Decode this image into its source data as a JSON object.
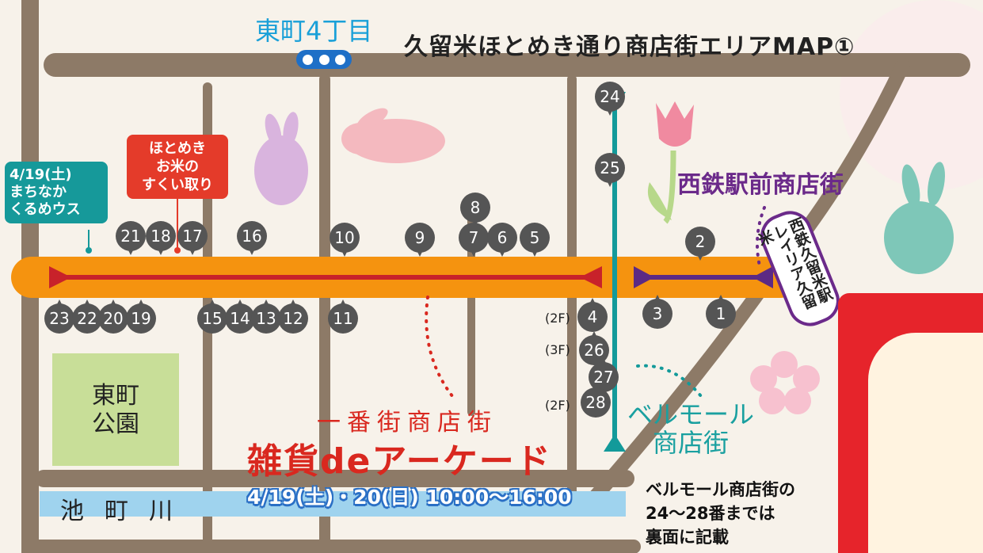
{
  "title": "久留米ほとめき通り商店街エリアMAP①",
  "top_street": "東町4丁目",
  "event_boxes": {
    "teal": [
      "4/19(土)",
      "まちなか",
      "くるめウス"
    ],
    "red": [
      "ほとめき",
      "お米の",
      "すくい取り"
    ]
  },
  "park": [
    "東町",
    "公園"
  ],
  "river": "池町川",
  "seitetsu_label": "西鉄駅前商店街",
  "station": [
    "西鉄久留米駅",
    "レイリア久留米"
  ],
  "bell_label": [
    "ベルモール",
    "商店街"
  ],
  "ichiban_label": "一番街商店街",
  "event_name": "雑貨deアーケード",
  "event_date": "4/19(土)・20(日) 10:00〜16:00",
  "note": [
    "ベルモール商店街の",
    "24〜28番までは",
    "裏面に記載"
  ],
  "floors": [
    "(2F)",
    "(3F)",
    "(2F)"
  ],
  "markers_top": [
    "24",
    "25",
    "8",
    "21",
    "18",
    "17",
    "16",
    "10",
    "9",
    "7",
    "6",
    "5",
    "2"
  ],
  "markers_bottom": [
    "23",
    "22",
    "20",
    "19",
    "15",
    "14",
    "13",
    "12",
    "11",
    "4",
    "26",
    "27",
    "28",
    "3",
    "1"
  ],
  "colors": {
    "road": "#8d7a67",
    "main_street": "#f5930f",
    "ichiban_line": "#c8222a",
    "seitetsu_line": "#5c2a84",
    "bell_line": "#139a9a",
    "marker": "#555555",
    "river": "#9fd3ee"
  }
}
